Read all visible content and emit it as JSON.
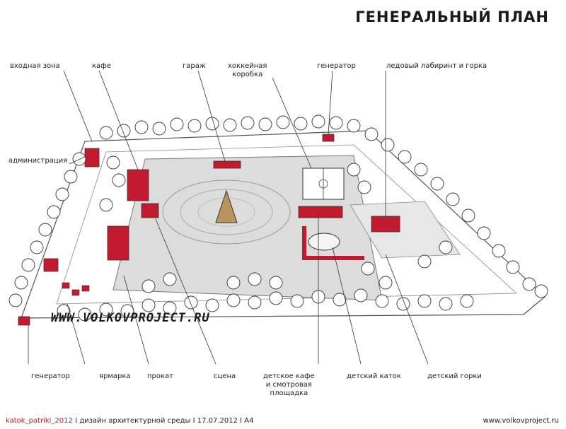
{
  "title": "ГЕНЕРАЛЬНЫЙ ПЛАН",
  "labels": {
    "entry_zone": "входная зона",
    "cafe": "кафе",
    "garage": "гараж",
    "hockey_line1": "хоккейная",
    "hockey_line2": "коробка",
    "generator_top": "генератор",
    "ice_labyrinth": "ледовый лабиринт и горка",
    "administration": "администрация",
    "generator_bottom": "генератор",
    "fair": "ярмарка",
    "rental": "прокат",
    "stage": "сцена",
    "kids_cafe_line1": "детское кафе",
    "kids_cafe_line2": "и смотровая",
    "kids_cafe_line3": "площадка",
    "kids_rink": "детский каток",
    "kids_slides": "детский горки"
  },
  "watermark": "WWW.VOLKOVPROJECT.RU",
  "footer": {
    "project": "katok_patriki_2012",
    "rest": " I дизайн архитектурной среды I 17.07.2012 I A4",
    "site": "www.volkovproject.ru"
  },
  "colors": {
    "accent": "#c21a2e",
    "ice": "#dcdcdc",
    "ink": "#222222"
  }
}
